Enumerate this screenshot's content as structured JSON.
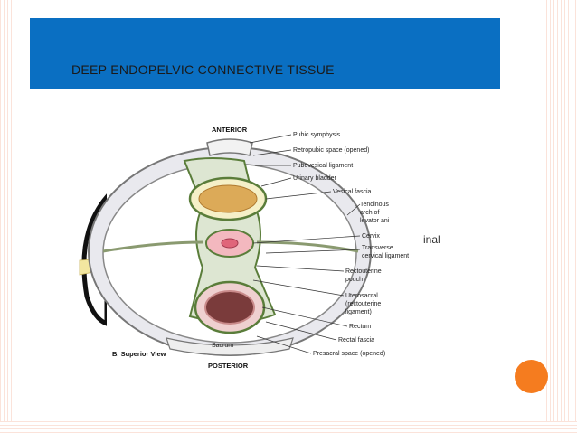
{
  "slide": {
    "title": "DEEP ENDOPELVIC CONNECTIVE TISSUE",
    "accent_color": "#0a6fc2",
    "dot_color": "#f57c1f"
  },
  "figure": {
    "anterior": "ANTERIOR",
    "posterior": "POSTERIOR",
    "view": "B. Superior View",
    "sacrum": "Sacrum",
    "partial_word": "inal",
    "labels": {
      "pubic_symphysis": "Pubic symphysis",
      "retropubic_space": "Retropubic space (opened)",
      "pubovesical_ligament": "Pubovesical ligament",
      "urinary_bladder": "Urinary bladder",
      "vesical_fascia": "Vesical fascia",
      "tendinous_1": "Tendinous",
      "tendinous_2": "arch of",
      "tendinous_3": "levator ani",
      "cervix": "Cervix",
      "transverse_1": "Transverse",
      "transverse_2": "cervical ligament",
      "rectouterine_1": "Rectouterine",
      "rectouterine_2": "pouch",
      "uterosacral_1": "Uterosacral",
      "uterosacral_2": "(rectouterine",
      "uterosacral_3": "ligament)",
      "rectum": "Rectum",
      "rectal_fascia": "Rectal fascia",
      "presacral_space": "Presacral space (opened)"
    }
  }
}
